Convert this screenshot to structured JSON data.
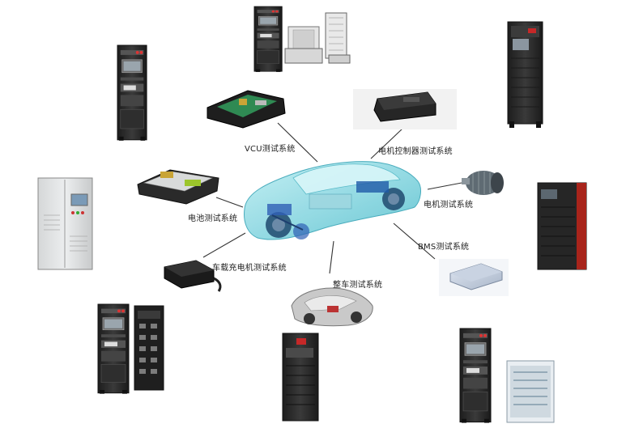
{
  "labels": {
    "vcu": "VCU测试系统",
    "motor_controller": "电机控制器测试系统",
    "motor": "电机测试系统",
    "battery": "电池测试系统",
    "bms": "BMS测试系统",
    "charger": "车载充电机测试系统",
    "vehicle": "整车测试系统"
  },
  "colors": {
    "cabinet_dark": "#2a2a2a",
    "cabinet_red": "#b3261e",
    "car_body": "#7fd3df",
    "car_mech": "#2f5fb5",
    "line": "#333333"
  }
}
